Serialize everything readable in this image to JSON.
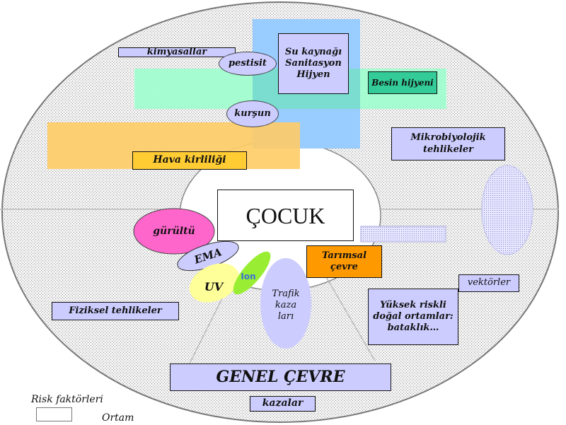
{
  "colors": {
    "water": "#99ccff",
    "mint": "#99ffcc",
    "orange": "#ffcc66",
    "lavender": "#ccccff",
    "magenta": "#ff66cc",
    "green": "#33cc99",
    "yellow": "#ffff99",
    "lime": "#99ee33",
    "deep_orange": "#ff9900"
  },
  "diagram": {
    "center": "ÇOCUK",
    "title": "GENEL ÇEVRE",
    "chemicals_label": "kimyasallar",
    "pesticide": "pestisit",
    "lead": "kurşun",
    "water_sanitation": "Su kaynağı\nSanitasyon\nHijyen",
    "food_hygiene": "Besin hijyeni",
    "air_pollution": "Hava kirliliği",
    "microbiological": "Mikrobiyolojik\ntehlikeler",
    "noise": "gürültü",
    "ema": "EMA",
    "uv": "UV",
    "ion": "Ion",
    "traffic_accidents": "Trafik\nkaza\nları",
    "agricultural": "Tarımsal\nçevre",
    "vectors": "vektörler",
    "high_risk": "Yüksek riskli\ndoğal ortamlar:\nbataklık…",
    "physical_hazards": "Fiziksel tehlikeler",
    "accidents": "kazalar"
  },
  "legend": {
    "risk_factors": "Risk faktörleri",
    "environment": "Ortam"
  }
}
